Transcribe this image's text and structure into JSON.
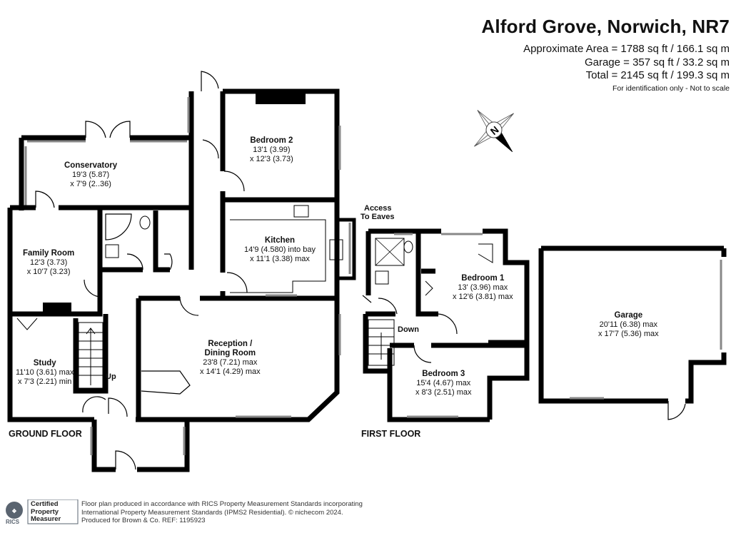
{
  "header": {
    "title": "Alford Grove, Norwich, NR7",
    "approx_area": "Approximate Area = 1788 sq ft / 166.1 sq m",
    "garage_area": "Garage = 357 sq ft / 33.2 sq m",
    "total_area": "Total = 2145 sq ft / 199.3 sq m",
    "note": "For identification only - Not to scale"
  },
  "compass": {
    "letter": "N",
    "icon": "compass-icon"
  },
  "rooms": {
    "conservatory": {
      "name": "Conservatory",
      "d1": "19'3 (5.87)",
      "d2": "x 7'9 (2..36)"
    },
    "bedroom2": {
      "name": "Bedroom 2",
      "d1": "13'1 (3.99)",
      "d2": "x 12'3 (3.73)"
    },
    "family": {
      "name": "Family Room",
      "d1": "12'3 (3.73)",
      "d2": "x 10'7 (3.23)"
    },
    "kitchen": {
      "name": "Kitchen",
      "d1": "14'9 (4.580) into bay",
      "d2": "x 11'1 (3.38) max"
    },
    "study": {
      "name": "Study",
      "d1": "11'10 (3.61) max",
      "d2": "x 7'3 (2.21) min"
    },
    "reception": {
      "name": "Reception /",
      "name2": "Dining Room",
      "d1": "23'8 (7.21) max",
      "d2": "x 14'1 (4.29) max"
    },
    "bedroom1": {
      "name": "Bedroom 1",
      "d1": "13' (3.96) max",
      "d2": "x 12'6 (3.81) max"
    },
    "bedroom3": {
      "name": "Bedroom 3",
      "d1": "15'4 (4.67) max",
      "d2": "x 8'3 (2.51) max"
    },
    "garage": {
      "name": "Garage",
      "d1": "20'11 (6.38) max",
      "d2": "x 17'7 (5.36) max"
    }
  },
  "labels": {
    "up": "Up",
    "down": "Down",
    "eaves_1": "Access",
    "eaves_2": "To Eaves",
    "ground_floor": "GROUND FLOOR",
    "first_floor": "FIRST FLOOR"
  },
  "footer": {
    "line1": "Floor plan produced in accordance with RICS Property Measurement Standards incorporating",
    "line2": "International Property Measurement Standards (IPMS2 Residential).  © nichecom 2024.",
    "line3": "Produced for Brown & Co.   REF: 1195923"
  },
  "badge": {
    "brand": "RICS",
    "line1": "Certified",
    "line2": "Property",
    "line3": "Measurer",
    "color": "#5a6470"
  },
  "colors": {
    "wall": "#000000",
    "window": "#9a9a9a"
  }
}
